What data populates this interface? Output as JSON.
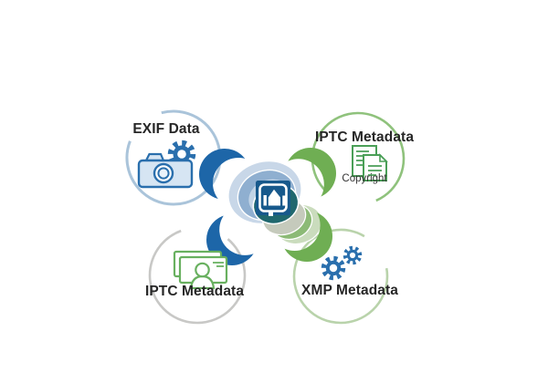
{
  "diagram": {
    "center": {
      "icon": "image-icon"
    },
    "nodes": [
      {
        "id": "exif",
        "label": "EXIF Data",
        "icon": "camera-gear-icon"
      },
      {
        "id": "iptc-rights",
        "label": "IPTC Metadata",
        "caption": "Copyright",
        "icon": "documents-icon"
      },
      {
        "id": "iptc-photo",
        "label": "IPTC Metadata",
        "icon": "photo-card-icon"
      },
      {
        "id": "xmp",
        "label": "XMP Metadata",
        "icon": "gears-icon"
      }
    ]
  },
  "palette": {
    "petal_blue": "#1d66a8",
    "petal_green": "#6fae53",
    "ring_blue": "#aac4da",
    "ring_green": "#8fc27c",
    "ring_gray": "#c8c8c6",
    "ring_pale_green": "#b9d3ab",
    "icon_blue": "#2a6fad",
    "icon_green": "#4a9f57",
    "card_green": "#68b05f",
    "center_square": "#17598c",
    "blob_pale_blue": "#c3d4e6",
    "blob_steel_blue": "#8fafd0",
    "blob_inner_blue": "#c2d4e6",
    "blob_teal": "#20686e",
    "blob_sage": "#c5cabc",
    "blob_green": "#8cba76",
    "blob_pale_green": "#cadcbd",
    "text": "#262626"
  }
}
